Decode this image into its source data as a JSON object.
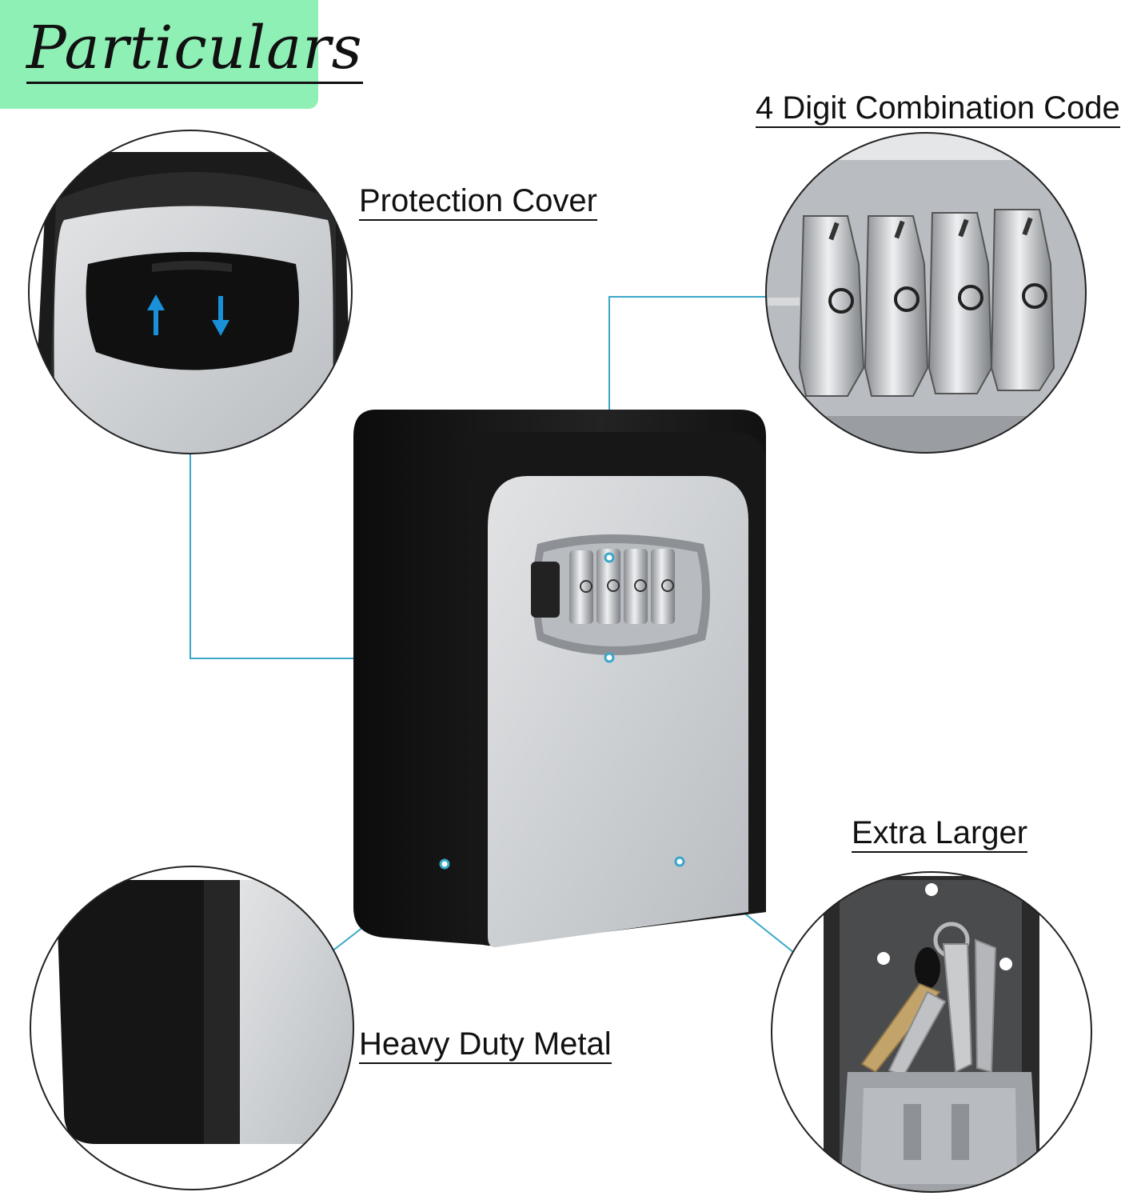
{
  "title": "Particulars",
  "labels": {
    "protection_cover": "Protection Cover",
    "combination_code": "4 Digit Combination Code",
    "extra_larger": "Extra Larger",
    "heavy_duty_metal": "Heavy Duty Metal"
  },
  "colors": {
    "title_badge": "#8ff0b5",
    "callout_line": "#3aa7c9",
    "box_black": "#161616",
    "box_silver": "#cfd1d4",
    "arrow_blue": "#1a90d8"
  },
  "icons": {
    "cover_arrows": "up-down-arrows-icon"
  }
}
